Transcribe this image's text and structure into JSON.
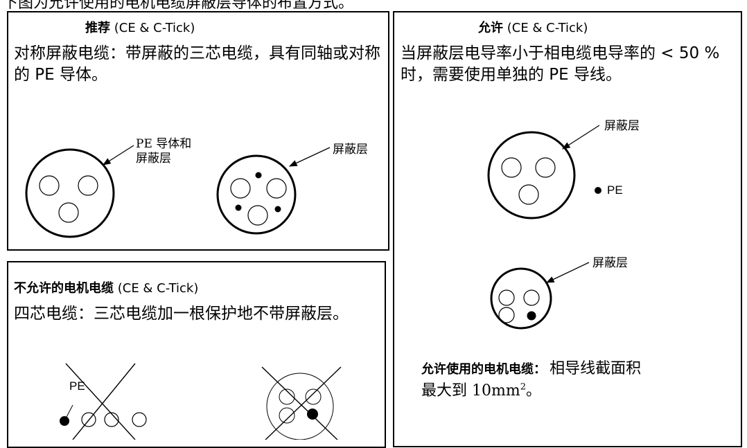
{
  "top_line": "下图为允许使用的电机电缆屏蔽层导体的布置方式。",
  "recommended": {
    "title_bold": "推荐",
    "title_rest": " (CE & C-Tick)",
    "text": "对称屏蔽电缆：带屏蔽的三芯电缆，具有同轴或对称的 PE 导体。",
    "label_pe_line1": "PE 导体和",
    "label_pe_line2": "屏蔽层",
    "label_shield": "屏蔽层"
  },
  "allowed": {
    "title_bold": "允许",
    "title_rest": " (CE & C-Tick)",
    "text": "当屏蔽层电导率小于相电缆电导率的 < 50 % 时，需要使用单独的 PE 导线。",
    "label_shield_1": "屏蔽层",
    "label_pe": "PE",
    "label_shield_2": "屏蔽层",
    "footer_bold": "允许使用的电机电缆：",
    "footer_text_1": "相导线截面积",
    "footer_text_2": "最大到 10mm",
    "footer_sup": "2",
    "footer_end": "。"
  },
  "not_allowed": {
    "title": "不允许的电机电缆",
    "title_rest": " (CE & C-Tick)",
    "text": "四芯电缆：三芯电缆加一根保护地不带屏蔽层。",
    "label_pe": "PE"
  }
}
